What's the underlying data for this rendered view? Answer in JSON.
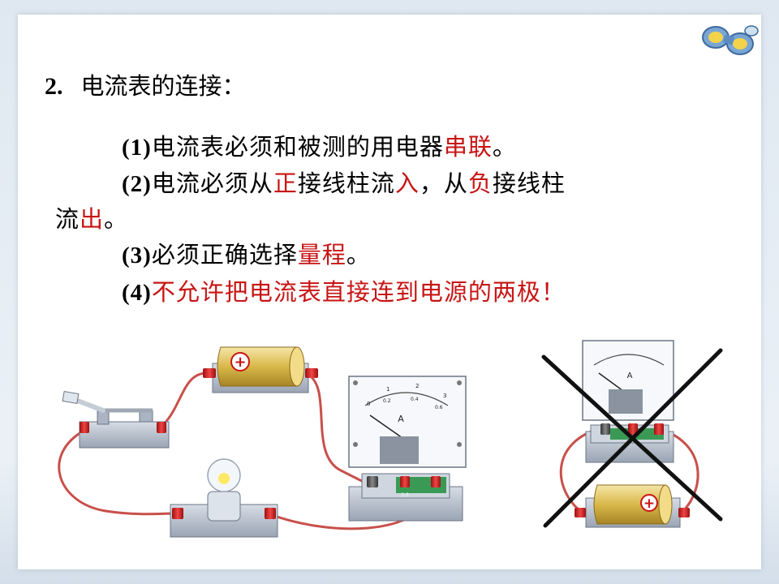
{
  "heading": {
    "number": "2.",
    "title": "电流表的连接："
  },
  "points": [
    {
      "id": "(1)",
      "parts": [
        {
          "t": "电流表必须和被测的用电器"
        },
        {
          "t": "串联",
          "red": true
        },
        {
          "t": "。"
        }
      ]
    },
    {
      "id": "(2)",
      "parts": [
        {
          "t": "电流必须从"
        },
        {
          "t": "正",
          "red": true
        },
        {
          "t": "接线柱流"
        },
        {
          "t": "入",
          "red": true
        },
        {
          "t": "，从"
        },
        {
          "t": "负",
          "red": true
        },
        {
          "t": "接线柱"
        }
      ]
    },
    {
      "id": "",
      "parts": [
        {
          "t": "流"
        },
        {
          "t": "出",
          "red": true
        },
        {
          "t": "。"
        }
      ]
    },
    {
      "id": "(3)",
      "parts": [
        {
          "t": "必须正确选择"
        },
        {
          "t": "量程",
          "red": true
        },
        {
          "t": "。"
        }
      ]
    },
    {
      "id": "(4)",
      "parts": [
        {
          "t": "不允许把电流表直接连到电源的两极！",
          "red": true
        }
      ]
    }
  ],
  "ammeter": {
    "unit": "A",
    "top_scale": [
      "0",
      "1",
      "2",
      "3"
    ],
    "bottom_scale": [
      "0",
      "0.2",
      "0.4",
      "0.6"
    ],
    "terminal_labels": [
      "-",
      "0.6",
      "3"
    ]
  },
  "battery_symbol": "+",
  "colors": {
    "accent_red": "#c81414",
    "wire": "#c8504b",
    "terminal": "#d42020"
  }
}
